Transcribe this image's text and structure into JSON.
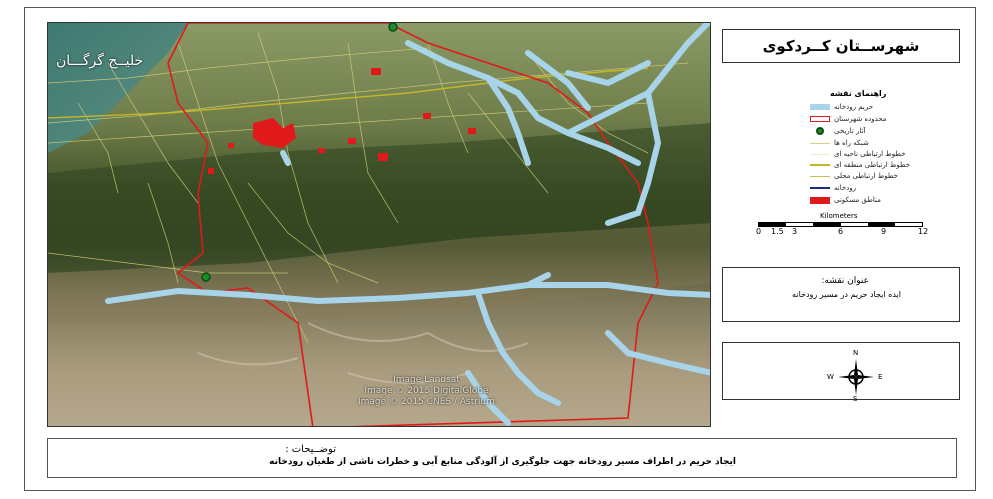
{
  "map": {
    "sea_label": "خلیــج گرگـــان",
    "watermark": [
      "Image Landsat",
      "Image © 2015 DigitalGlobe",
      "Image © 2015 CNES / Astrium"
    ]
  },
  "title": "شهرســتان کــردکوی",
  "legend": {
    "title": "راهنمای نقشه",
    "items": [
      {
        "label": "حریم رودخانه",
        "symbol": "river-buffer"
      },
      {
        "label": "محدوده شهرستان",
        "symbol": "county-boundary"
      },
      {
        "label": "آثار تاریخی",
        "symbol": "historic-site"
      },
      {
        "label": "شبکه راه ها",
        "symbol": "road-network"
      },
      {
        "label": "خطوط ارتباطی ناحیه ای",
        "symbol": "district-roads"
      },
      {
        "label": "خطوط ارتباطی منطقه ای",
        "symbol": "regional-roads"
      },
      {
        "label": "خطوط ارتباطی محلی",
        "symbol": "local-roads"
      },
      {
        "label": "رودخانه",
        "symbol": "river"
      },
      {
        "label": "مناطق مسکونی",
        "symbol": "residential-areas"
      }
    ]
  },
  "scale": {
    "title": "Kilometers",
    "ticks": [
      "0",
      "1.5",
      "3",
      "6",
      "9",
      "12"
    ]
  },
  "map_title": {
    "label": "عنوان نقشه:",
    "value": "ایده ایجاد حریم در مسیر رودخانه"
  },
  "north_arrow": {
    "n": "N",
    "s": "S",
    "e": "E",
    "w": "W"
  },
  "description": {
    "label": "توضــیحات :",
    "text": "ایجاد حریم در اطراف مسیر رودخانه جهت جلوگیری از آلودگی منابع آبی و خطرات ناشی از طغیان رودخانه"
  },
  "colors": {
    "river_buffer": "#a8d4ea",
    "boundary": "#e01a1a",
    "residential": "#e01a1a",
    "roads": "#d8d27a"
  }
}
